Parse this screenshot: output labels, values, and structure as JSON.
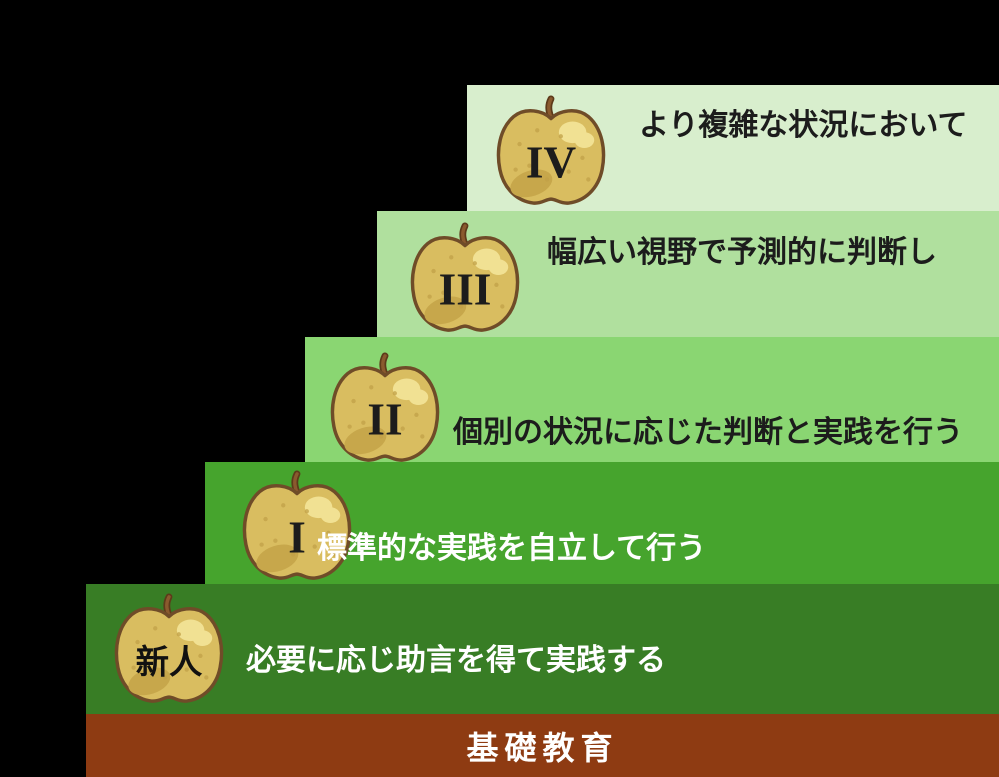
{
  "steps": [
    {
      "level": "新人",
      "description": "必要に応じ助言を得て実践する",
      "bg": "#387d25",
      "text_color": "#ffffff"
    },
    {
      "level": "I",
      "description": "標準的な実践を自立して行う",
      "bg": "#46a42d",
      "text_color": "#ffffff"
    },
    {
      "level": "II",
      "description": "個別の状況に応じた判断と実践を行う",
      "bg": "#8ad672",
      "text_color": "#1c1c1c"
    },
    {
      "level": "III",
      "description": "幅広い視野で予測的に判断し",
      "bg": "#b0e09e",
      "text_color": "#1c1c1c"
    },
    {
      "level": "IV",
      "description": "より複雑な状況において",
      "bg": "#d8eecd",
      "text_color": "#1c1c1c"
    }
  ],
  "base_bar": {
    "label": "基礎教育",
    "bg": "#8e3b12",
    "text_color": "#ffffff"
  },
  "apple_icon": {
    "body": "#d9bd60",
    "outline": "#6f4c28",
    "highlight": "#f1e193",
    "shade": "#c7a74b",
    "stem": "#8a5a2e",
    "background": "#000000"
  }
}
